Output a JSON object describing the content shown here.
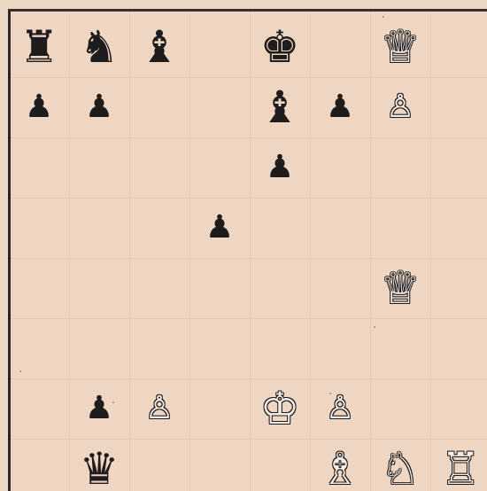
{
  "board": {
    "files": [
      "a",
      "b",
      "c",
      "d",
      "e",
      "f",
      "g",
      "h"
    ],
    "ranks": [
      "8",
      "7",
      "6",
      "5",
      "4",
      "3",
      "2",
      "1"
    ],
    "light_square_color": "#efd6c3",
    "dark_square_color": "#efd6c3",
    "border_color": "#2c2624",
    "pieces": [
      {
        "square": "a8",
        "color": "black",
        "type": "rook",
        "glyph": "♜"
      },
      {
        "square": "b8",
        "color": "black",
        "type": "knight",
        "glyph": "♞"
      },
      {
        "square": "c8",
        "color": "black",
        "type": "bishop",
        "glyph": "♝"
      },
      {
        "square": "e8",
        "color": "black",
        "type": "king",
        "glyph": "♚"
      },
      {
        "square": "g8",
        "color": "white",
        "type": "queen",
        "glyph": "♕"
      },
      {
        "square": "a7",
        "color": "black",
        "type": "pawn",
        "glyph": "♟"
      },
      {
        "square": "b7",
        "color": "black",
        "type": "pawn",
        "glyph": "♟"
      },
      {
        "square": "e7",
        "color": "black",
        "type": "bishop",
        "glyph": "♝"
      },
      {
        "square": "f7",
        "color": "black",
        "type": "pawn",
        "glyph": "♟"
      },
      {
        "square": "g7",
        "color": "white",
        "type": "pawn",
        "glyph": "♙"
      },
      {
        "square": "e6",
        "color": "black",
        "type": "pawn",
        "glyph": "♟"
      },
      {
        "square": "d5",
        "color": "black",
        "type": "pawn",
        "glyph": "♟"
      },
      {
        "square": "g4",
        "color": "white",
        "type": "queen",
        "glyph": "♕"
      },
      {
        "square": "b2",
        "color": "black",
        "type": "pawn",
        "glyph": "♟"
      },
      {
        "square": "c2",
        "color": "white",
        "type": "pawn",
        "glyph": "♙"
      },
      {
        "square": "e2",
        "color": "white",
        "type": "king",
        "glyph": "♔"
      },
      {
        "square": "f2",
        "color": "white",
        "type": "pawn",
        "glyph": "♙"
      },
      {
        "square": "b1",
        "color": "black",
        "type": "queen",
        "glyph": "♛"
      },
      {
        "square": "f1",
        "color": "white",
        "type": "bishop",
        "glyph": "♗"
      },
      {
        "square": "g1",
        "color": "white",
        "type": "knight",
        "glyph": "♘"
      },
      {
        "square": "h1",
        "color": "white",
        "type": "rook",
        "glyph": "♖"
      }
    ]
  }
}
